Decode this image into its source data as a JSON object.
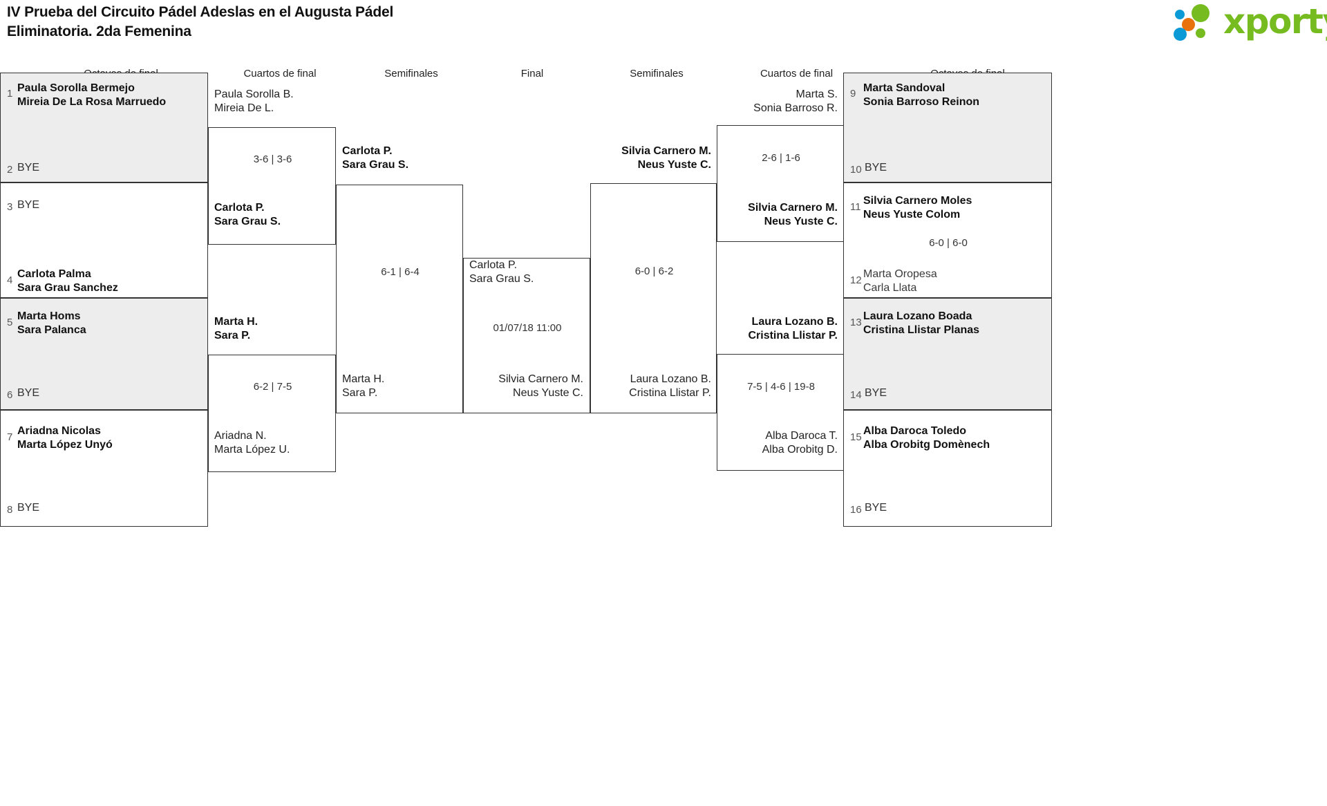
{
  "header": {
    "title_line1": "IV Prueba del Circuito Pádel Adeslas en el Augusta Pádel",
    "title_line2": "Eliminatoria. 2da Femenina",
    "logo_text": "xporty",
    "logo_colors": {
      "green": "#76bc21",
      "blue": "#0c9ad7",
      "orange": "#e8700d"
    }
  },
  "round_labels": {
    "left_r16": "Octavos de final",
    "left_qf": "Cuartos de final",
    "left_sf": "Semifinales",
    "final": "Final",
    "right_sf": "Semifinales",
    "right_qf": "Cuartos de final",
    "right_r16": "Octavos de final"
  },
  "left_r16": [
    {
      "seed": "1",
      "type": "team",
      "p1": "Paula Sorolla Bermejo",
      "p2": "Mireia De La Rosa Marruedo",
      "winner": true,
      "shaded": true
    },
    {
      "seed": "2",
      "type": "bye",
      "label": "BYE",
      "shaded": true
    },
    {
      "seed": "3",
      "type": "bye",
      "label": "BYE",
      "shaded": false
    },
    {
      "seed": "4",
      "type": "team",
      "p1": "Carlota Palma",
      "p2": "Sara Grau Sanchez",
      "winner": true,
      "shaded": false
    },
    {
      "seed": "5",
      "type": "team",
      "p1": "Marta Homs",
      "p2": "Sara Palanca",
      "winner": true,
      "shaded": true
    },
    {
      "seed": "6",
      "type": "bye",
      "label": "BYE",
      "shaded": true
    },
    {
      "seed": "7",
      "type": "team",
      "p1": "Ariadna Nicolas",
      "p2": "Marta López Unyó",
      "winner": true,
      "shaded": false
    },
    {
      "seed": "8",
      "type": "bye",
      "label": "BYE",
      "shaded": false
    }
  ],
  "right_r16": [
    {
      "seed": "9",
      "type": "team",
      "p1": "Marta Sandoval",
      "p2": "Sonia Barroso Reinon",
      "winner": true,
      "shaded": true
    },
    {
      "seed": "10",
      "type": "bye",
      "label": "BYE",
      "shaded": true
    },
    {
      "seed": "11",
      "type": "team",
      "p1": "Silvia Carnero Moles",
      "p2": "Neus Yuste Colom",
      "winner": true,
      "shaded": false
    },
    {
      "seed": "12",
      "type": "team",
      "p1": "Marta Oropesa",
      "p2": "Carla Llata",
      "winner": false,
      "shaded": false
    },
    {
      "seed": "13",
      "type": "team",
      "p1": "Laura Lozano Boada",
      "p2": "Cristina Llistar Planas",
      "winner": true,
      "shaded": true
    },
    {
      "seed": "14",
      "type": "bye",
      "label": "BYE",
      "shaded": true
    },
    {
      "seed": "15",
      "type": "team",
      "p1": "Alba Daroca Toledo",
      "p2": "Alba Orobitg Domènech",
      "winner": true,
      "shaded": false
    },
    {
      "seed": "16",
      "type": "bye",
      "label": "BYE",
      "shaded": false
    }
  ],
  "left_qf": {
    "match1": {
      "top_p1": "Paula Sorolla B.",
      "top_p2": "Mireia De L.",
      "top_winner": false,
      "bot_p1": "Carlota P.",
      "bot_p2": "Sara Grau S.",
      "bot_winner": true,
      "score": "3-6 | 3-6"
    },
    "match2": {
      "top_p1": "Marta H.",
      "top_p2": "Sara P.",
      "top_winner": true,
      "bot_p1": "Ariadna N.",
      "bot_p2": "Marta López U.",
      "bot_winner": false,
      "score": "6-2 | 7-5"
    }
  },
  "left_sf": {
    "top_p1": "Carlota P.",
    "top_p2": "Sara Grau S.",
    "top_winner": true,
    "bot_p1": "Marta H.",
    "bot_p2": "Sara P.",
    "bot_winner": false,
    "score": "6-1 | 6-4"
  },
  "right_qf": {
    "match1": {
      "top_p1": "Marta S.",
      "top_p2": "Sonia Barroso R.",
      "top_winner": false,
      "bot_p1": "Silvia Carnero M.",
      "bot_p2": "Neus Yuste C.",
      "bot_winner": true,
      "score": "2-6 | 1-6"
    },
    "match2": {
      "top_p1": "Laura Lozano B.",
      "top_p2": "Cristina Llistar P.",
      "top_winner": true,
      "bot_p1": "Alba Daroca T.",
      "bot_p2": "Alba Orobitg D.",
      "bot_winner": false,
      "score": "7-5 | 4-6 | 19-8"
    }
  },
  "right_sf": {
    "top_p1": "Silvia Carnero M.",
    "top_p2": "Neus Yuste C.",
    "top_winner": true,
    "bot_p1": "Laura Lozano B.",
    "bot_p2": "Cristina Llistar P.",
    "bot_winner": false,
    "score": "6-0 | 6-2"
  },
  "right_r16_score": "6-0 | 6-0",
  "final": {
    "top_p1": "Carlota P.",
    "top_p2": "Sara Grau S.",
    "bot_p1": "Silvia Carnero M.",
    "bot_p2": "Neus Yuste C.",
    "datetime": "01/07/18 11:00"
  }
}
